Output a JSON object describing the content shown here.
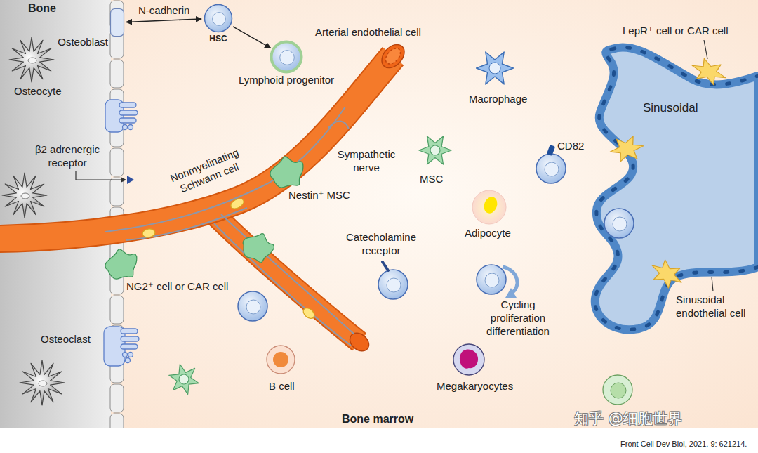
{
  "diagram": {
    "caption": "Front Cell Dev Biol, 2021. 9: 621214.",
    "nodes": [
      {
        "text": [
          "HSC"
        ]
      },
      {
        "text": [
          "Osteoblast"
        ]
      },
      {
        "text": [
          "Lymphoid progenitor"
        ]
      }
    ],
    "edges": [
      {
        "from": 1,
        "to": 0,
        "label": "N-cadherin",
        "arrow": "both"
      },
      {
        "from": 0,
        "to": 2,
        "arrow": "to"
      }
    ],
    "labels": [
      "Bone",
      "Osteocyte",
      "β2 adrenergic receptor",
      "Arterial endothelial cell",
      "Macrophage",
      "LepR⁺ cell or CAR cell",
      "Sinusoidal",
      "Sympathetic nerve",
      "Nonmyelinating Schwann cell",
      "Nestin⁺ MSC",
      "MSC",
      "CD82",
      "Catecholamine receptor",
      "Adipocyte",
      "NG2⁺ cell or CAR cell",
      "Cycling proliferation differentiation",
      "Sinusoidal endothelial cell",
      "Osteoclast",
      "B cell",
      "Megakaryocytes",
      "Bone marrow",
      "知乎 @细胞世界"
    ]
  }
}
